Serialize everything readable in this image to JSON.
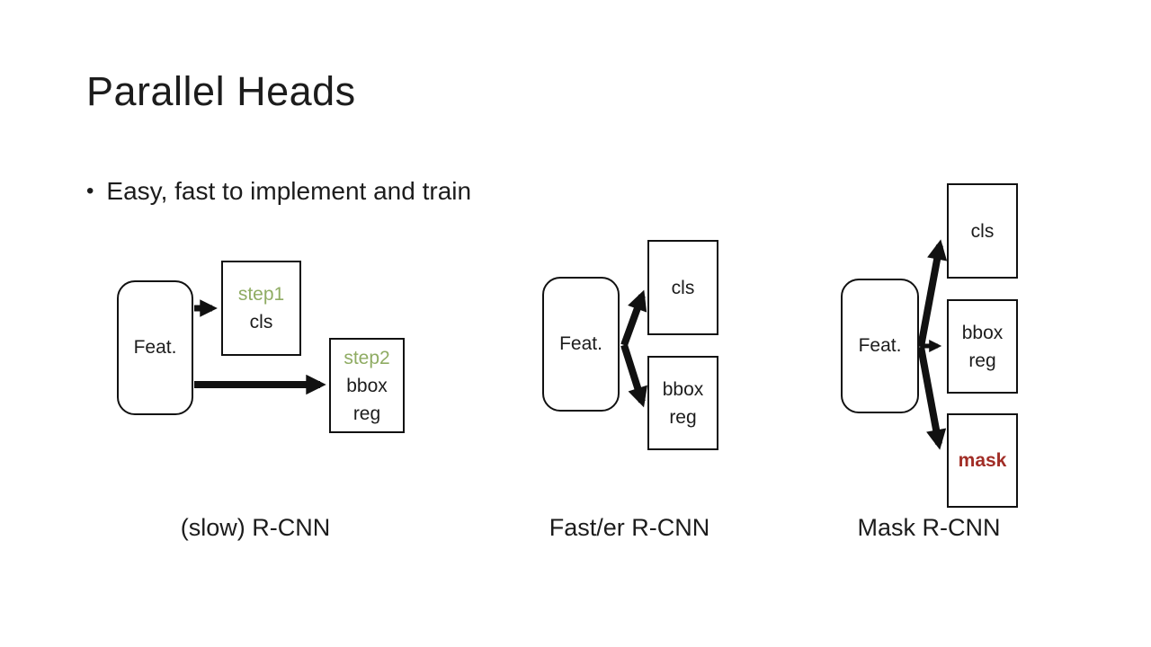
{
  "slide": {
    "title": "Parallel Heads",
    "bullet_glyph": "•",
    "bullet": "Easy, fast to implement and train",
    "colors": {
      "background": "#ffffff",
      "text": "#1c1c1c",
      "step_green": "#8fac63",
      "mask_red": "#a12d26"
    }
  },
  "diagrams": [
    {
      "name": "slow-rcnn",
      "caption": "(slow) R-CNN",
      "feat_label": "Feat.",
      "boxes": [
        {
          "lines": [
            {
              "text": "step1"
            },
            {
              "text": "cls"
            }
          ]
        },
        {
          "lines": [
            {
              "text": "step2"
            },
            {
              "text": "bbox"
            },
            {
              "text": "reg"
            }
          ]
        }
      ]
    },
    {
      "name": "faster-rcnn",
      "caption": "Fast/er R-CNN",
      "feat_label": "Feat.",
      "boxes": [
        {
          "lines": [
            {
              "text": "cls"
            }
          ]
        },
        {
          "lines": [
            {
              "text": "bbox"
            },
            {
              "text": "reg"
            }
          ]
        }
      ]
    },
    {
      "name": "mask-rcnn",
      "caption": "Mask R-CNN",
      "feat_label": "Feat.",
      "boxes": [
        {
          "lines": [
            {
              "text": "cls"
            }
          ]
        },
        {
          "lines": [
            {
              "text": "bbox"
            },
            {
              "text": "reg"
            }
          ]
        },
        {
          "lines": [
            {
              "text": "mask"
            }
          ]
        }
      ]
    }
  ]
}
